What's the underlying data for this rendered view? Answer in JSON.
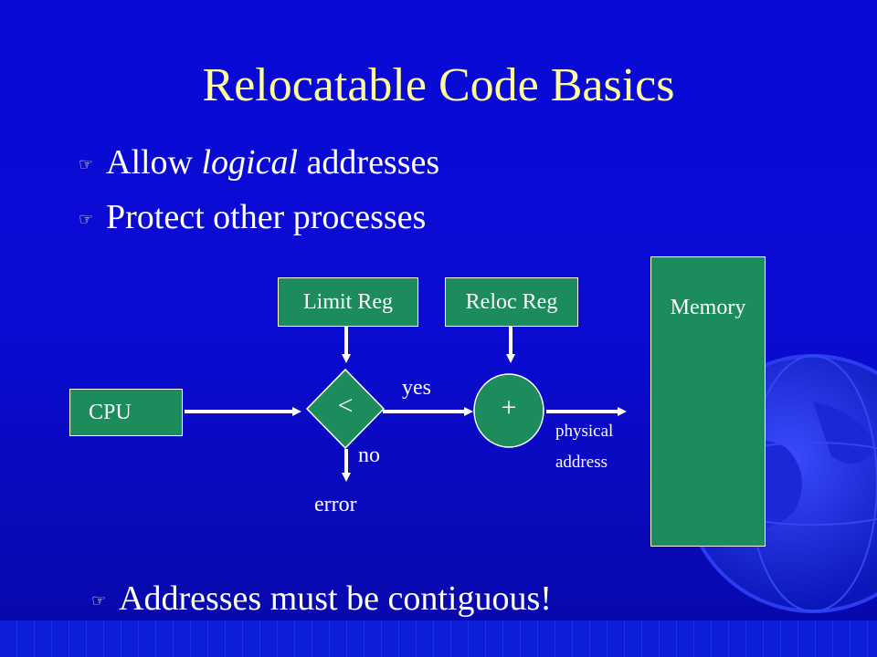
{
  "slide": {
    "title": "Relocatable Code Basics",
    "bullets": [
      {
        "pre": "Allow ",
        "em": "logical",
        "post": " addresses"
      },
      {
        "text": "Protect other processes"
      },
      {
        "text": "Addresses must be contiguous!"
      }
    ]
  },
  "diagram": {
    "limit_reg": "Limit Reg",
    "reloc_reg": "Reloc Reg",
    "memory": "Memory",
    "cpu": "CPU",
    "compare_op": "<",
    "add_op": "+",
    "yes_label": "yes",
    "no_label": "no",
    "error_label": "error",
    "physical_label": "physical",
    "address_label": "address"
  },
  "colors": {
    "background": "#0a0ad8",
    "title": "#ffff99",
    "box_fill": "#1c8c5c",
    "text": "#ffffff"
  },
  "icons": {
    "bullet": "pointing-hand-icon",
    "decoration": "globe-icon"
  }
}
